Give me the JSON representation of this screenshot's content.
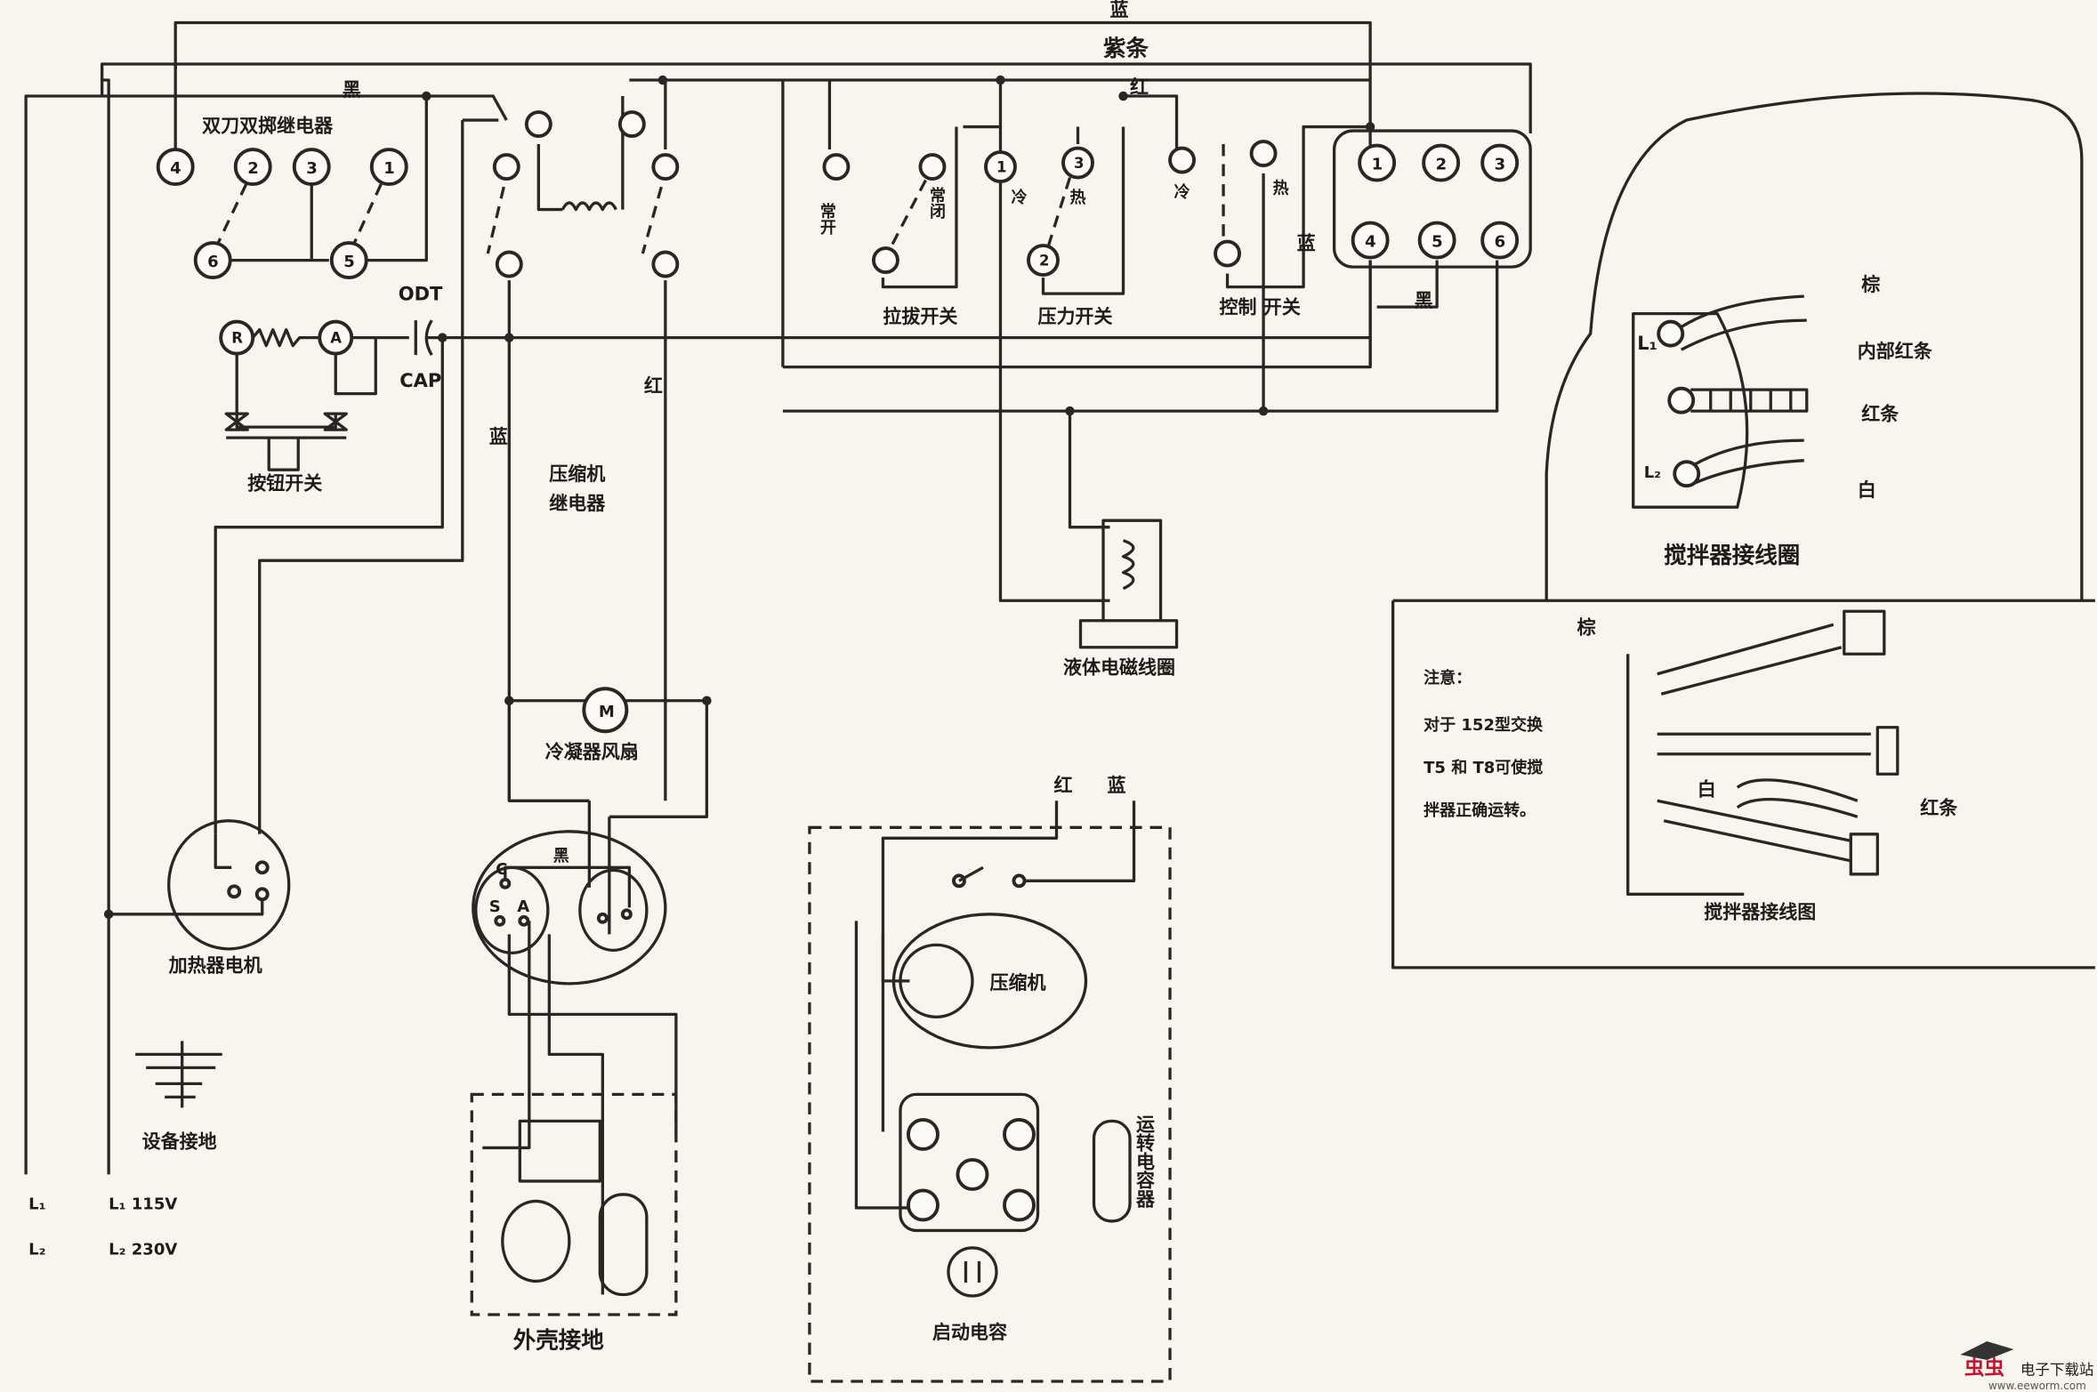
{
  "top_wires": {
    "blue": "蓝",
    "purple_stripe": "紫条",
    "red": "红",
    "black": "黑"
  },
  "dpdt_relay": {
    "title": "双刀双掷继电器",
    "terminals": [
      "4",
      "2",
      "3",
      "1",
      "6",
      "5"
    ]
  },
  "thermostat": {
    "r": "R",
    "a": "A",
    "odt": "ODT",
    "cap": "CAP",
    "button_switch": "按钮开关"
  },
  "compressor_relay": {
    "title_line1": "压缩机",
    "title_line2": "继电器",
    "blue": "蓝",
    "red": "红"
  },
  "pull_switch": {
    "no": "常开",
    "nc": "常闭",
    "title": "拉拔开关"
  },
  "pressure_switch": {
    "t1": "1",
    "t3": "3",
    "t2": "2",
    "cold": "冷",
    "hot": "热",
    "title": "压力开关"
  },
  "control_switch": {
    "cold": "冷",
    "hot": "热",
    "title": "控制 开关"
  },
  "terminal_block": {
    "terminals": [
      "1",
      "2",
      "3",
      "4",
      "5",
      "6"
    ],
    "blue": "蓝",
    "black": "黑"
  },
  "solenoid": {
    "title": "液体电磁线圈"
  },
  "fan": {
    "symbol": "M",
    "title": "冷凝器风扇"
  },
  "heater_motor": {
    "title": "加热器电机"
  },
  "ground": {
    "title": "设备接地"
  },
  "supply": {
    "l1": "L₁",
    "l2": "L₂",
    "l1v": "L₁ 115V",
    "l2v": "L₂ 230V"
  },
  "compressor_terminal": {
    "c": "C",
    "s": "S",
    "a": "A",
    "black": "黑",
    "title": "外壳接地"
  },
  "compressor_box": {
    "red": "红",
    "blue": "蓝",
    "compressor": "压缩机",
    "start_cap": "启动电容",
    "run_cap": "运转电容器"
  },
  "stirrer_top": {
    "brown": "棕",
    "inner_red": "内部红条",
    "red_stripe": "红条",
    "white": "白",
    "l1": "L₁",
    "l2": "L₂",
    "title": "搅拌器接线圈"
  },
  "stirrer_bottom": {
    "note_title": "注意：",
    "note_lines": [
      "对于 152型交换",
      "T5 和 T8可使搅",
      "拌器正确运转。"
    ],
    "brown": "棕",
    "white": "白",
    "red_stripe": "红条",
    "title": "搅拌器接线图"
  },
  "watermark": {
    "logo": "虫虫",
    "name": "电子下载站",
    "url": "www.eeworm.com"
  }
}
